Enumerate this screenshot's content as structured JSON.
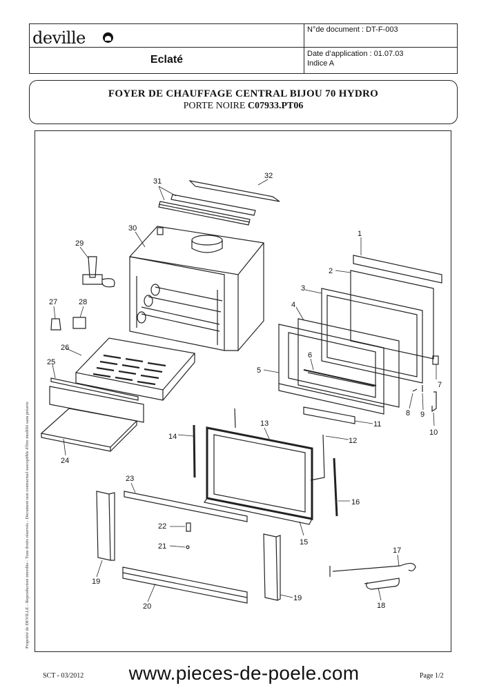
{
  "header": {
    "logo_text": "deville",
    "doc_type": "Eclaté",
    "document_number": "N°de document : DT-F-003",
    "application_date": "Date d’application : 01.07.03",
    "index": "Indice A"
  },
  "title": {
    "line1": "FOYER DE CHAUFFAGE CENTRAL BIJOU 70 HYDRO",
    "line2_prefix": "PORTE NOIRE ",
    "line2_code": "C07933.PT06"
  },
  "diagram": {
    "part_labels": [
      "1",
      "2",
      "3",
      "4",
      "5",
      "6",
      "7",
      "8",
      "9",
      "10",
      "11",
      "12",
      "13",
      "14",
      "15",
      "16",
      "17",
      "18",
      "19",
      "19",
      "20",
      "21",
      "22",
      "23",
      "24",
      "25",
      "26",
      "27",
      "28",
      "29",
      "30",
      "31",
      "32"
    ]
  },
  "side_note": "Propriété de DEVILLE  - Reproduction interdite - Tous droits réservés - Document non contractuel susceptible d'être modifié sans préavis",
  "footer": {
    "left": "SCT - 03/2012",
    "url": "www.pieces-de-poele.com",
    "page": "Page 1/2"
  },
  "colors": {
    "line": "#222222",
    "text": "#111111"
  }
}
